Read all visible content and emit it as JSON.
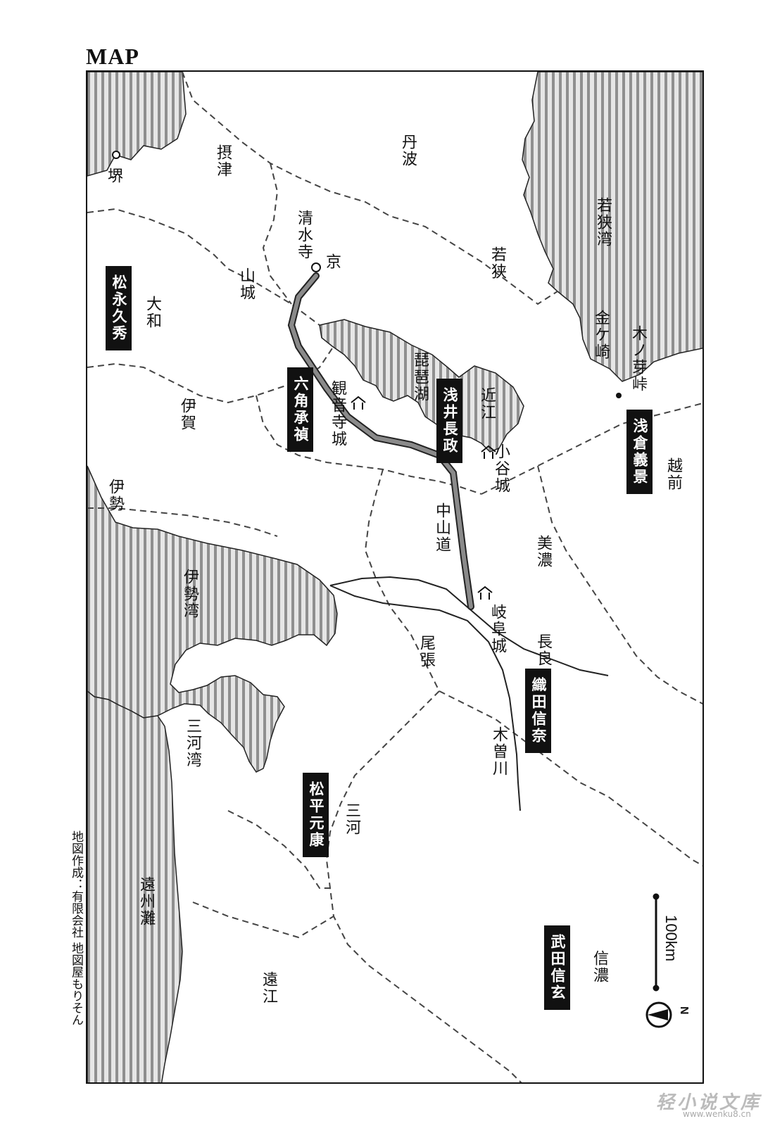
{
  "heading": "MAP",
  "credit": "地図作成：有限会社 地図屋もりそん",
  "watermark": {
    "title": "轻小说文库",
    "url": "www.wenku8.cn"
  },
  "scale": {
    "label": "100km"
  },
  "compass": {
    "label": "N"
  },
  "colors": {
    "water_stripe": "#8f8f8f",
    "water_bg": "#e6e6e6",
    "route": "#8a8a8a",
    "badge_bg": "#111111",
    "badge_text": "#ffffff"
  },
  "provinces": {
    "settsu": "摂津",
    "tanba": "丹波",
    "yamashiro": "山城",
    "yamato": "大和",
    "iga": "伊賀",
    "ise": "伊勢",
    "wakasa": "若狭",
    "omi": "近江",
    "echizen": "越前",
    "mino": "美濃",
    "owari": "尾張",
    "mikawa": "三河",
    "shinano": "信濃",
    "totomi": "遠江"
  },
  "places": {
    "sakai": "堺",
    "kyo": "京",
    "kiyomizu": "清水寺",
    "kannonji": "観音寺城",
    "odani": "小谷城",
    "gifu": "岐阜城",
    "kinomeguchi": "木ノ芽峠",
    "kanegasaki": "金ケ崎"
  },
  "water": {
    "wakasa_bay": "若狭湾",
    "biwa": "琵琶湖",
    "ise_bay": "伊勢湾",
    "mikawa_bay": "三河湾",
    "enshu": "遠州灘"
  },
  "rivers": {
    "nagara": "長良川",
    "kiso": "木曽川"
  },
  "road": "中山道",
  "daimyo": {
    "matsunaga": "松永久秀",
    "rokkaku": "六角承禎",
    "azai": "浅井長政",
    "asakura": "浅倉義景",
    "oda": "織田信奈",
    "matsudaira": "松平元康",
    "takeda": "武田信玄"
  }
}
